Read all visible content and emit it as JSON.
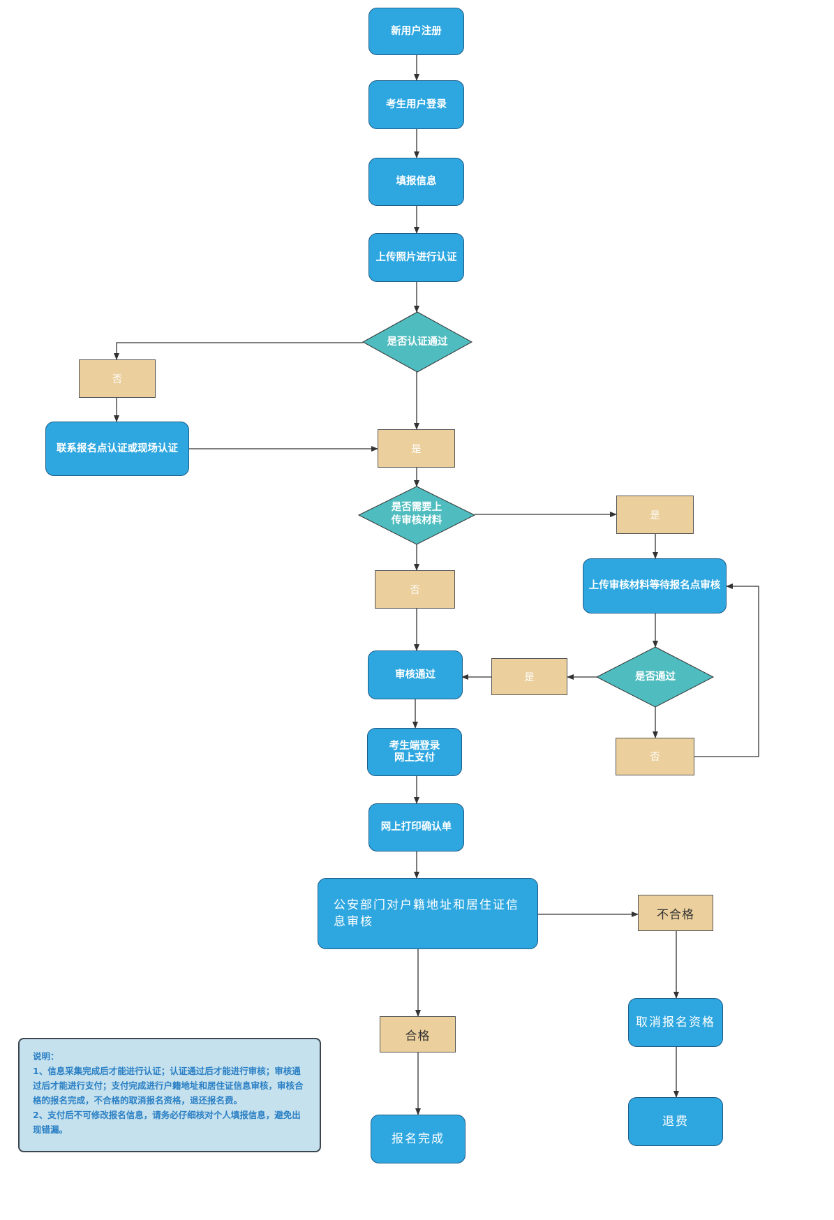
{
  "nodes": {
    "register": "新用户注册",
    "login": "考生用户登录",
    "fill_info": "填报信息",
    "upload_photo": "上传照片进行认证",
    "auth_pass": "是否认证通过",
    "no_1": "否",
    "contact": "联系报名点认证或现场认证",
    "yes_1": "是",
    "need_upload_line1": "是否需要上",
    "need_upload_line2": "传审核材料",
    "yes_2": "是",
    "no_2": "否",
    "upload_material": "上传审核材料等待报名点审核",
    "review_passed": "审核通过",
    "yes_3": "是",
    "pass_check": "是否通过",
    "no_3": "否",
    "pay_line1": "考生端登录",
    "pay_line2": "网上支付",
    "print": "网上打印确认单",
    "police_review": "公安部门对户籍地址和居住证信息审核",
    "fail": "不合格",
    "cancel": "取消报名资格",
    "refund": "退费",
    "qualified": "合格",
    "done": "报名完成"
  },
  "note": {
    "title": "说明：",
    "line1": "1、信息采集完成后才能进行认证；认证通过后才能进行审核；审核通过后才能进行支付；支付完成进行户籍地址和居住证信息审核，审核合格的报名完成，不合格的取消报名资格，退还报名费。",
    "line2": "2、支付后不可修改报名信息，请务必仔细核对个人填报信息，避免出现错漏。"
  },
  "colors": {
    "process_fill": "#2ea7e0",
    "decision_fill": "#4fbcbf",
    "label_fill": "#ebcf9c",
    "note_fill": "#c5e1ee",
    "note_text": "#2a7fc4",
    "arrow": "#333333"
  }
}
